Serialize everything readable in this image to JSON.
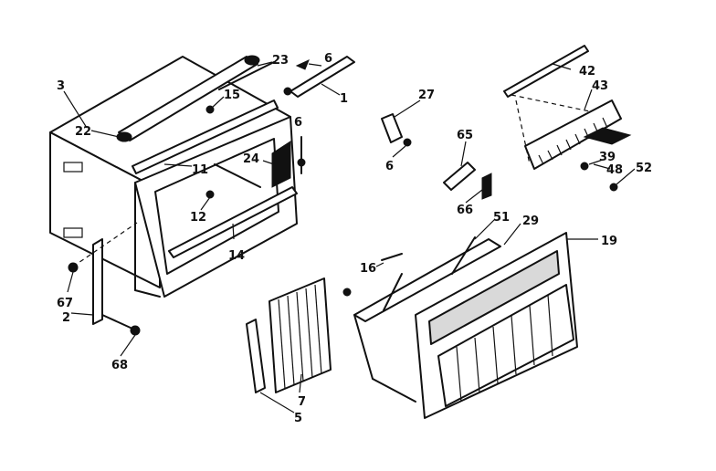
{
  "labels": {
    "p3": "3",
    "p22": "22",
    "p23": "23",
    "p15": "15",
    "p6a": "6",
    "p1": "1",
    "p6b": "6",
    "p11": "11",
    "p24": "24",
    "p12": "12",
    "p14": "14",
    "p67": "67",
    "p2": "2",
    "p68": "68",
    "p27": "27",
    "p6c": "6",
    "p65": "65",
    "p66": "66",
    "p42": "42",
    "p43": "43",
    "p39": "39",
    "p48": "48",
    "p52": "52",
    "p51": "51",
    "p29": "29",
    "p19": "19",
    "p16": "16",
    "p7": "7",
    "p5": "5"
  }
}
